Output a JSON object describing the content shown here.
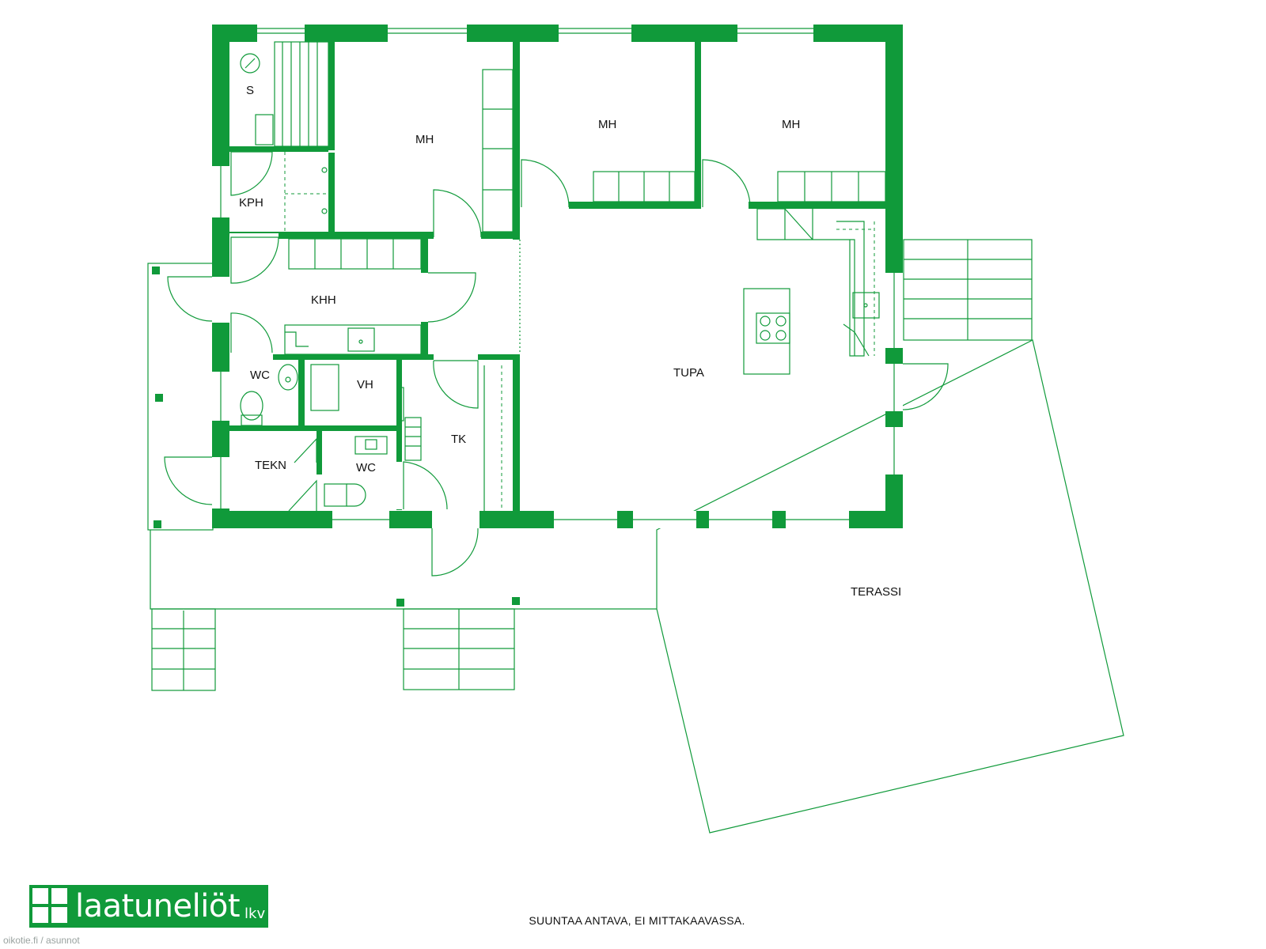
{
  "rooms": {
    "sauna": "S",
    "bath": "KPH",
    "bedroom_1": "MH",
    "bedroom_2": "MH",
    "bedroom_3": "MH",
    "utility": "KHH",
    "wc_1": "WC",
    "closet": "VH",
    "walkin": "TK",
    "living": "TUPA",
    "technical": "TEKN",
    "wc_2": "WC",
    "terrace": "TERASSI"
  },
  "note": "SUUNTAA ANTAVA, EI MITTAKAAVASSA.",
  "brand": {
    "name": "laatuneliöt",
    "suffix": "lkv",
    "color": "#109a3a"
  },
  "watermark": "oikotie.fi / asunnot"
}
